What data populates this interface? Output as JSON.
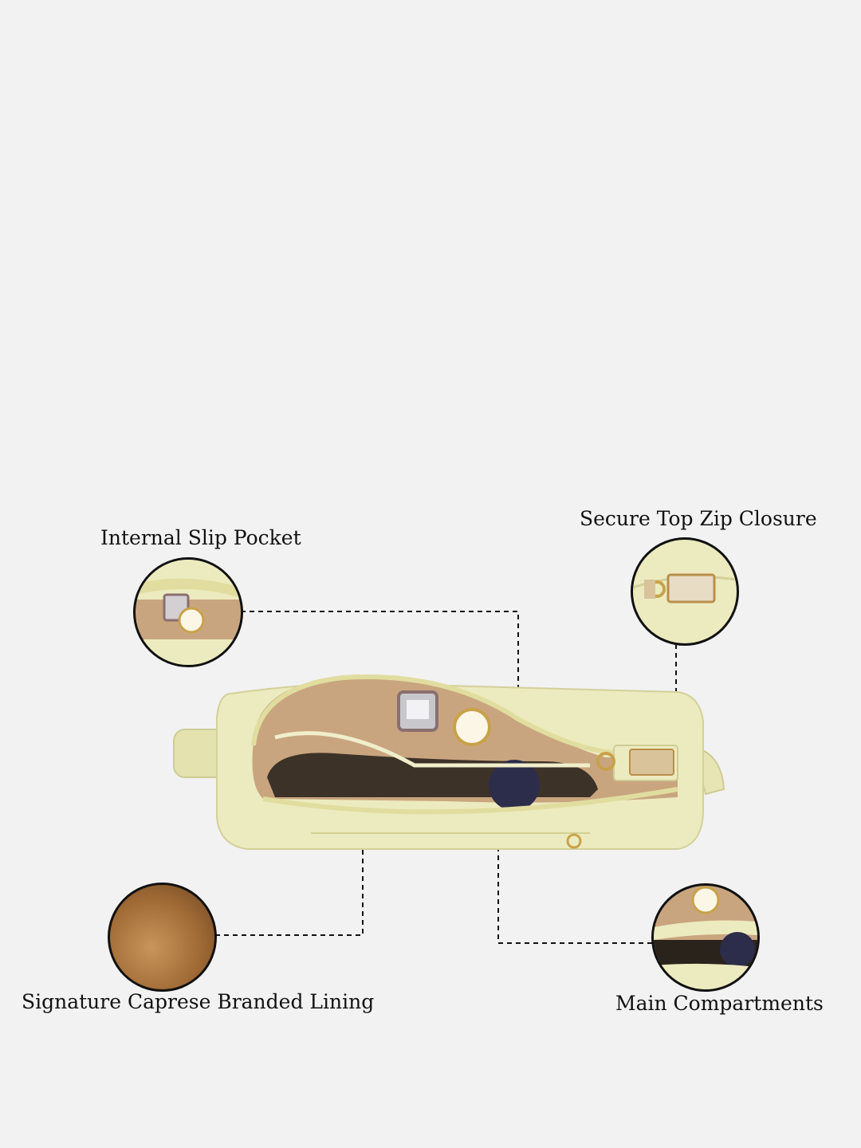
{
  "labels": {
    "internal_slip_pocket": "Internal Slip Pocket",
    "secure_top_zip": "Secure Top Zip Closure",
    "branded_lining": "Signature Caprese Branded Lining",
    "main_compartments": "Main Compartments"
  },
  "colors": {
    "background": "#f2f2f2",
    "bag": "#ecebbf",
    "lining": "#c9a57f",
    "lining_dark": "#7a5a3a",
    "outline": "#111111"
  }
}
